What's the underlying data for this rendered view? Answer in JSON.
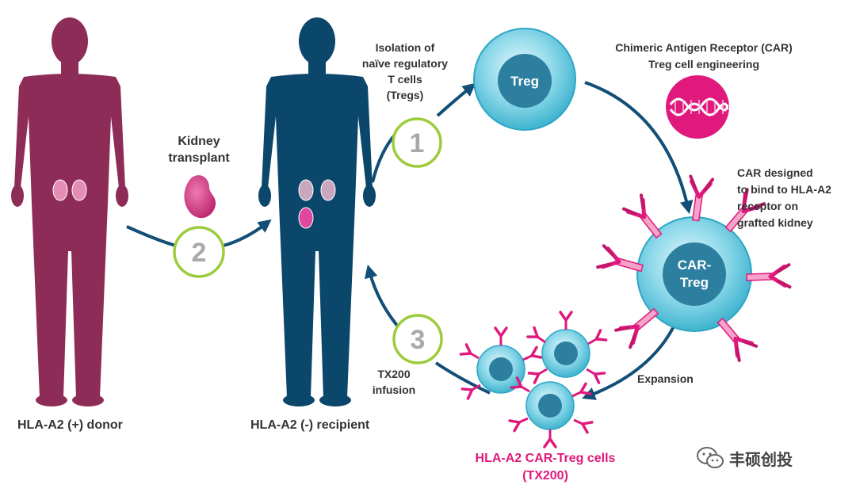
{
  "figures": {
    "donor_label": "HLA-A2 (+) donor",
    "recipient_label": "HLA-A2 (-) recipient"
  },
  "transplant": {
    "lines": [
      "Kidney",
      "transplant"
    ],
    "step": "2"
  },
  "isolation": {
    "lines": [
      "Isolation of",
      "naïve regulatory",
      "T cells",
      "(Tregs)"
    ],
    "step": "1"
  },
  "treg_cell": {
    "label": "Treg"
  },
  "engineering": {
    "lines": [
      "Chimeric Antigen Receptor (CAR)",
      "Treg cell engineering"
    ]
  },
  "car_designed": {
    "lines": [
      "CAR designed",
      "to bind to HLA-A2",
      "receptor on",
      "grafted kidney"
    ]
  },
  "car_treg_cell": {
    "lines": [
      "CAR-",
      "Treg"
    ]
  },
  "expansion": {
    "label": "Expansion"
  },
  "infusion": {
    "lines": [
      "TX200",
      "infusion"
    ],
    "step": "3"
  },
  "product": {
    "lines": [
      "HLA-A2 CAR-Treg cells",
      "(TX200)"
    ]
  },
  "watermark": {
    "text": "丰硕创投"
  },
  "colors": {
    "donor": "#8e2c58",
    "recipient": "#0b466b",
    "arrow": "#124e76",
    "step_ring": "#9ccc3c",
    "step_number": "#a9a9a9",
    "cell": "#5ec7dd",
    "nucleus": "#2d7fa0",
    "car": "#e0197d",
    "kidney": "#d9418c"
  }
}
